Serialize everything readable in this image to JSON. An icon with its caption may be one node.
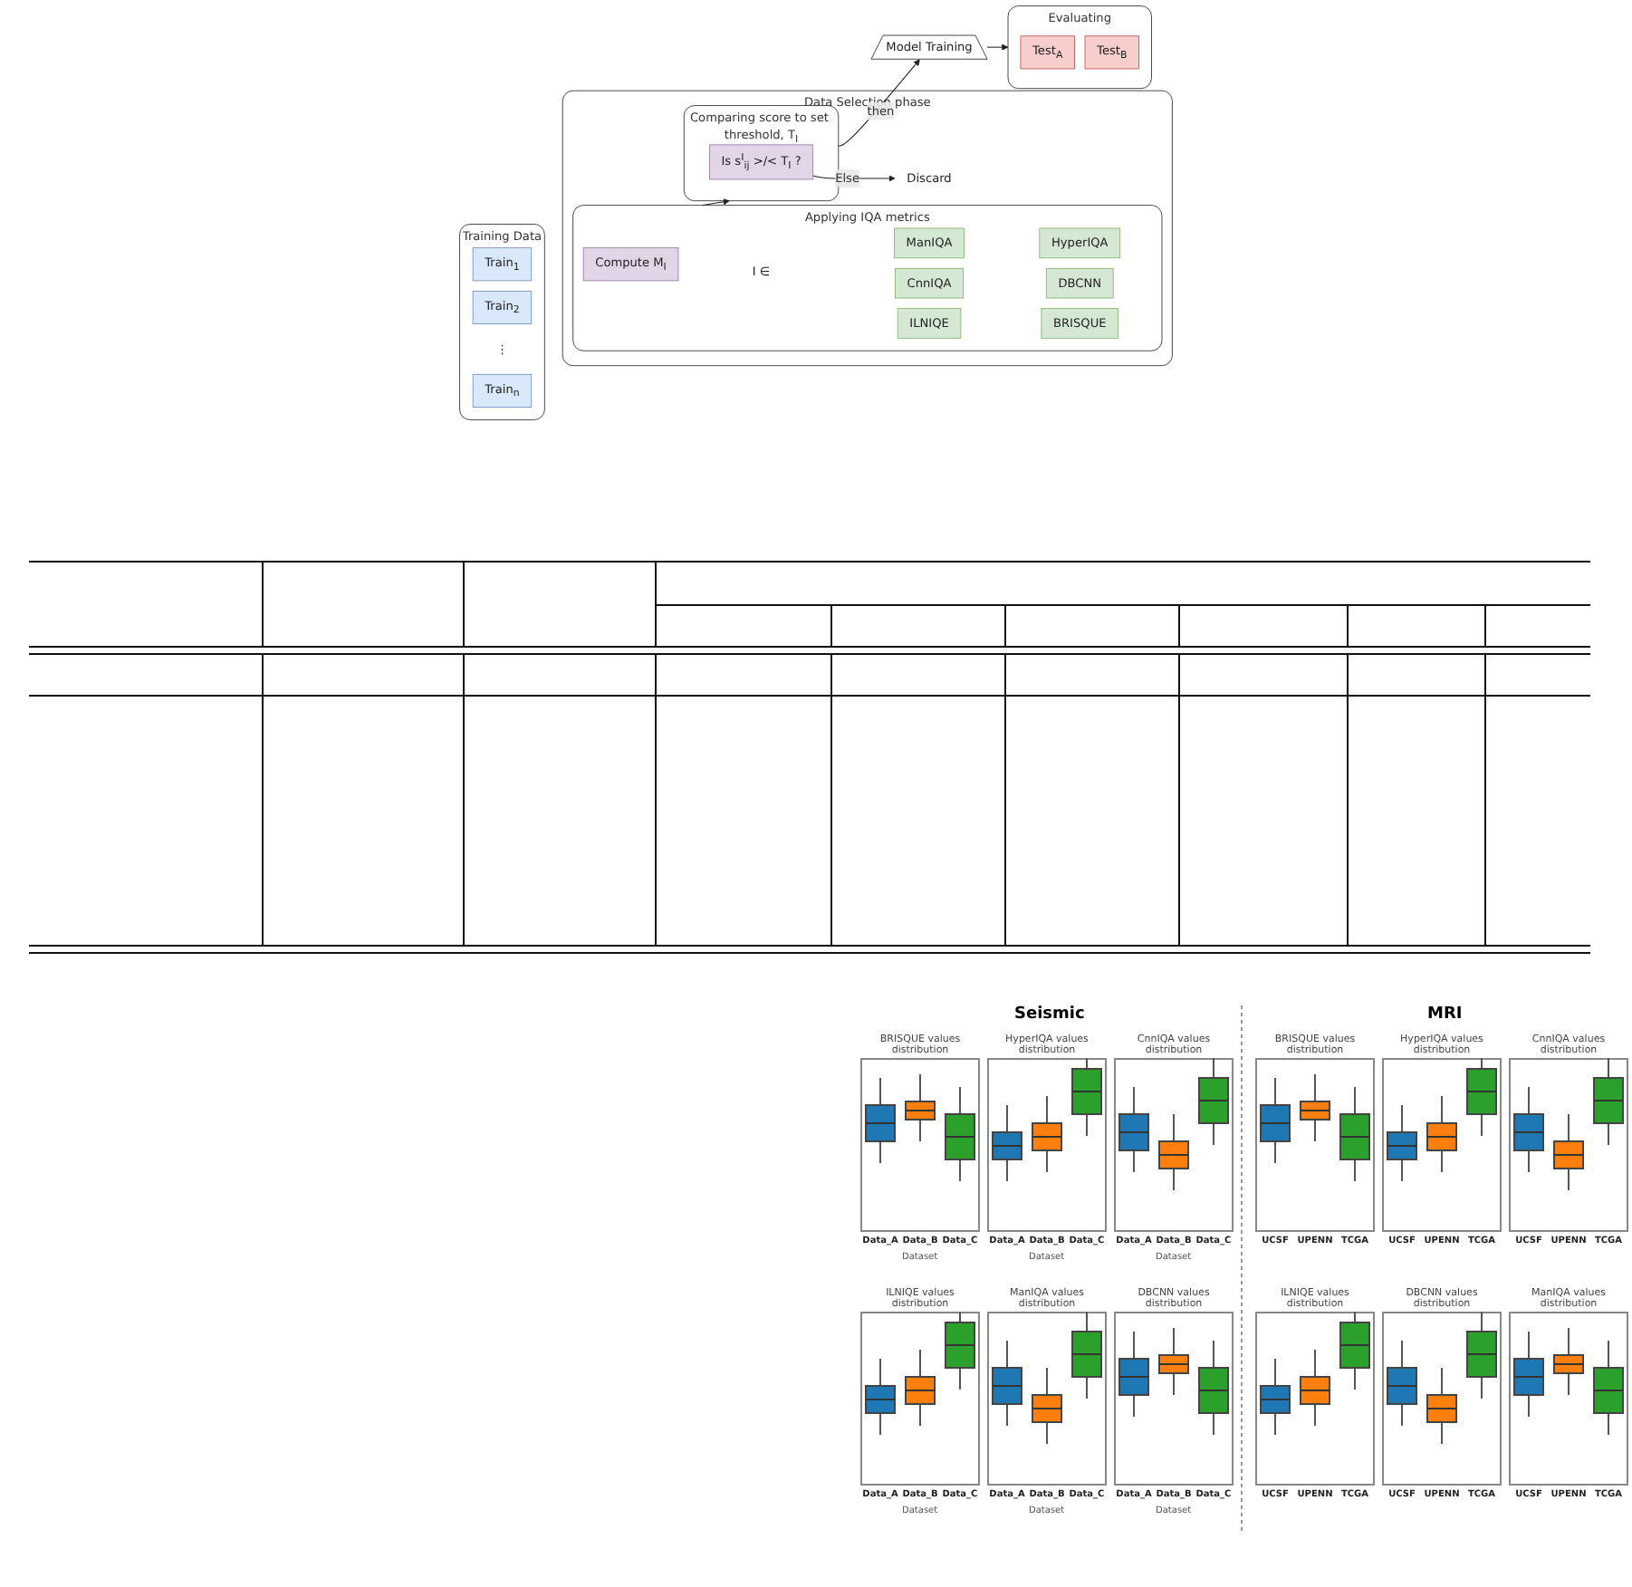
{
  "diagram": {
    "nodes": [
      {
        "text": [
          "Training Data"
        ]
      },
      {
        "text": [
          "Train$_{1}$"
        ],
        "in": 0
      },
      {
        "text": [
          "Train$_{2}$"
        ],
        "in": 0
      },
      {
        "text": [
          "⋮"
        ],
        "in": 0
      },
      {
        "text": [
          "Train$_{n}$"
        ],
        "in": 0
      },
      {
        "text": [
          "Data Selection phase"
        ]
      },
      {
        "text": [
          "Applying IQA metrics"
        ],
        "in": 5
      },
      {
        "text": [
          "Compute M$_{I}$"
        ],
        "in": 6
      },
      {
        "text": [
          "I ∈"
        ],
        "in": 6
      },
      {
        "text": [
          "ILNIQE"
        ],
        "in": 6
      },
      {
        "text": [
          "BRISQUE"
        ],
        "in": 6
      },
      {
        "text": [
          "CnnIQA"
        ],
        "in": 6
      },
      {
        "text": [
          "DBCNN"
        ],
        "in": 6
      },
      {
        "text": [
          "ManIQA"
        ],
        "in": 6
      },
      {
        "text": [
          "HyperIQA"
        ],
        "in": 6
      },
      {
        "text": [
          "Comparing score to set threshold, T$_{I}$"
        ],
        "in": 5
      },
      {
        "text": [
          "Is s$^{I}$$_{ij}$ >/< T$_{I}$ ?"
        ],
        "in": 15
      },
      {
        "text": [
          "Discard"
        ],
        "in": 5
      },
      {
        "text": [
          "Model Training"
        ]
      },
      {
        "text": [
          "Evaluating"
        ]
      },
      {
        "text": [
          "Test$_{A}$"
        ],
        "in": 19
      },
      {
        "text": [
          "Test$_{B}$"
        ],
        "in": 19
      }
    ],
    "edges": [
      {
        "from": 6,
        "to": 15,
        "arrow": "to"
      },
      {
        "from": 15,
        "to": 18,
        "arrow": "to",
        "label": "then"
      },
      {
        "from": 16,
        "to": 17,
        "arrow": "to",
        "label": "Else"
      },
      {
        "from": 18,
        "to": 19,
        "arrow": "to"
      }
    ],
    "labels": [
      "Seismic",
      "MRI",
      "BRISQUE values distribution",
      "Data_A",
      "Data_B",
      "Data_C",
      "Dataset",
      "HyperIQA values distribution",
      "Data_A",
      "Data_B",
      "Data_C",
      "Dataset",
      "CnnIQA values distribution",
      "Data_A",
      "Data_B",
      "Data_C",
      "Dataset",
      "BRISQUE values distribution",
      "UCSF",
      "UPENN",
      "TCGA",
      "HyperIQA values distribution",
      "UCSF",
      "UPENN",
      "TCGA",
      "CnnIQA values distribution",
      "UCSF",
      "UPENN",
      "TCGA",
      "ILNIQE values distribution",
      "Data_A",
      "Data_B",
      "Data_C",
      "Dataset",
      "ManIQA values distribution",
      "Data_A",
      "Data_B",
      "Data_C",
      "Dataset",
      "DBCNN values distribution",
      "Data_A",
      "Data_B",
      "Data_C",
      "Dataset",
      "ILNIQE values distribution",
      "UCSF",
      "UPENN",
      "TCGA",
      "DBCNN values distribution",
      "UCSF",
      "UPENN",
      "TCGA",
      "ManIQA values distribution",
      "UCSF",
      "UPENN",
      "TCGA"
    ]
  }
}
